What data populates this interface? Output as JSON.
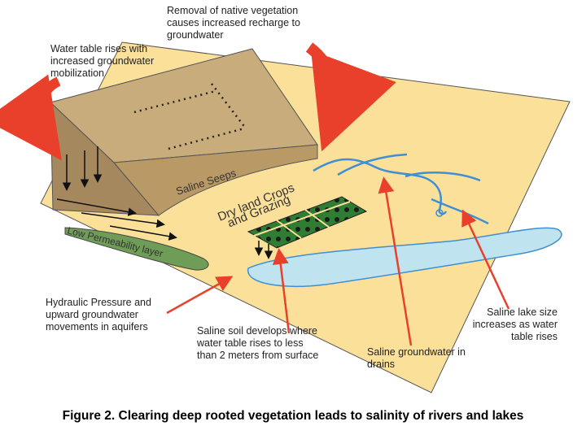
{
  "labels": {
    "removal_vegetation": "Removal of native vegetation causes increased recharge to groundwater",
    "water_table_rises": "Water table rises with increased groundwater mobilization",
    "saline_seeps": "Saline Seeps",
    "dryland_crops": "Dry land Crops",
    "and_grazing": "and Grazing",
    "low_permeability_layer": "Low Permeability layer",
    "hydraulic_pressure": "Hydraulic Pressure and upward groundwater movements in aquifers",
    "saline_soil": "Saline soil develops where water table rises to less than 2 meters from surface",
    "saline_lake": "Saline lake size increases as water table rises",
    "saline_groundwater": "Saline groundwater in drains"
  },
  "caption": "Figure 2. Clearing deep rooted vegetation leads to salinity of rivers and lakes",
  "colors": {
    "land": "#fbe09a",
    "plateau_top": "#c8ac7c",
    "plateau_face": "#a6885e",
    "river": "#3f8fd2",
    "lake": "#bfe3ef",
    "low_perm_layer": "#6f9d58",
    "red_arrow": "#e8402a"
  }
}
